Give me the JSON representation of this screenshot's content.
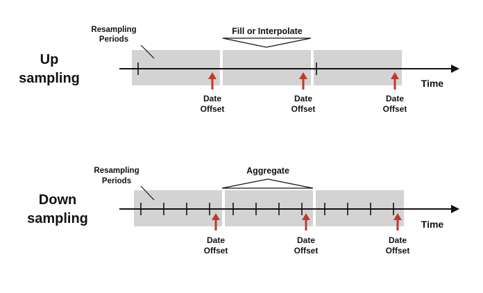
{
  "colors": {
    "period_fill": "#d3d3d3",
    "axis": "#111111",
    "arrow": "#c0392b",
    "text": "#111111"
  },
  "up": {
    "title_line1": "Up",
    "title_line2": "sampling",
    "resampling_line1": "Resampling",
    "resampling_line2": "Periods",
    "bracket_label": "Fill or Interpolate",
    "time_label": "Time",
    "offsets": [
      {
        "line1": "Date",
        "line2": "Offset"
      },
      {
        "line1": "Date",
        "line2": "Offset"
      },
      {
        "line1": "Date",
        "line2": "Offset"
      }
    ]
  },
  "down": {
    "title_line1": "Down",
    "title_line2": "sampling",
    "resampling_line1": "Resampling",
    "resampling_line2": "Periods",
    "bracket_label": "Aggregate",
    "time_label": "Time",
    "offsets": [
      {
        "line1": "Date",
        "line2": "Offset"
      },
      {
        "line1": "Date",
        "line2": "Offset"
      },
      {
        "line1": "Date",
        "line2": "Offset"
      }
    ]
  }
}
